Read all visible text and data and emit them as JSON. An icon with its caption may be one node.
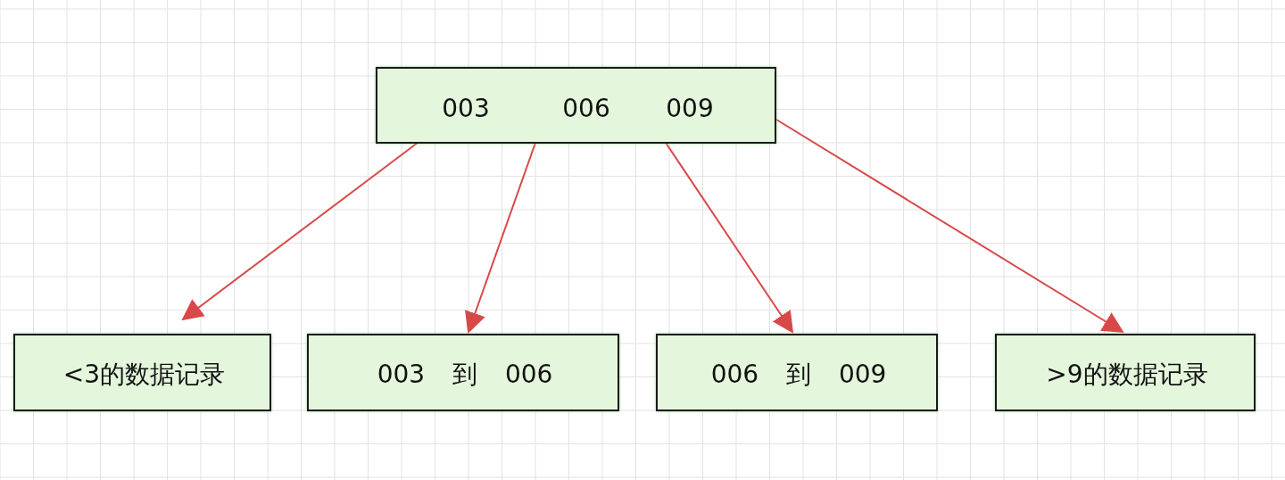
{
  "diagram": {
    "nodes": [
      {
        "text": [
          "003",
          "006",
          "009"
        ]
      },
      {
        "text": [
          "<3的数据记录"
        ]
      },
      {
        "text": [
          "003 到 006"
        ]
      },
      {
        "text": [
          "006 到 009"
        ]
      },
      {
        "text": [
          ">9的数据记录"
        ]
      }
    ],
    "edges": [
      {
        "from": 0,
        "to": 1,
        "arrow": "to"
      },
      {
        "from": 0,
        "to": 2,
        "arrow": "to"
      },
      {
        "from": 0,
        "to": 3,
        "arrow": "to"
      },
      {
        "from": 0,
        "to": 4,
        "arrow": "to"
      }
    ]
  }
}
